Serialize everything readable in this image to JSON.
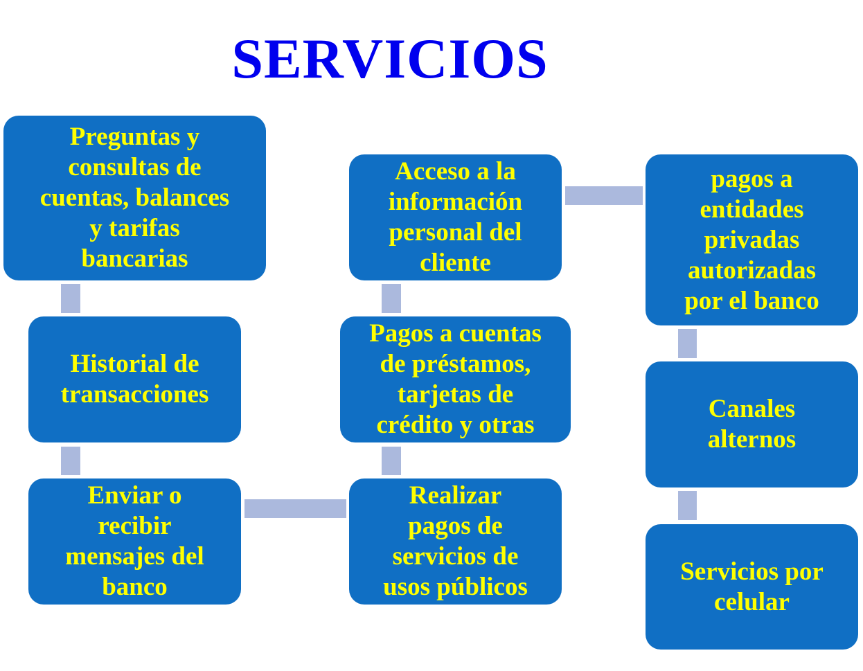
{
  "title": "SERVICIOS",
  "colors": {
    "title": "#0000ee",
    "box": "#106fc4",
    "text": "#ffff00",
    "connector": "#abb9dd"
  },
  "boxes": [
    {
      "id": "preguntas",
      "label": "Preguntas y\nconsultas  de\ncuentas, balances\ny tarifas\nbancarias"
    },
    {
      "id": "historial",
      "label": "Historial de\ntransacciones"
    },
    {
      "id": "mensajes",
      "label": "Enviar o\nrecibir\nmensajes del\nbanco"
    },
    {
      "id": "acceso",
      "label": "Acceso a la\ninformación\npersonal del\ncliente"
    },
    {
      "id": "pagos-cuentas",
      "label": "Pagos a cuentas\nde préstamos,\ntarjetas de\ncrédito y otras"
    },
    {
      "id": "pagos-servicios",
      "label": "Realizar\npagos de\nservicios de\nusos públicos"
    },
    {
      "id": "pagos-entidades",
      "label": "pagos a\nentidades\nprivadas\nautorizadas\npor el banco"
    },
    {
      "id": "canales",
      "label": "Canales\nalternos"
    },
    {
      "id": "celular",
      "label": "Servicios por\ncelular"
    }
  ]
}
